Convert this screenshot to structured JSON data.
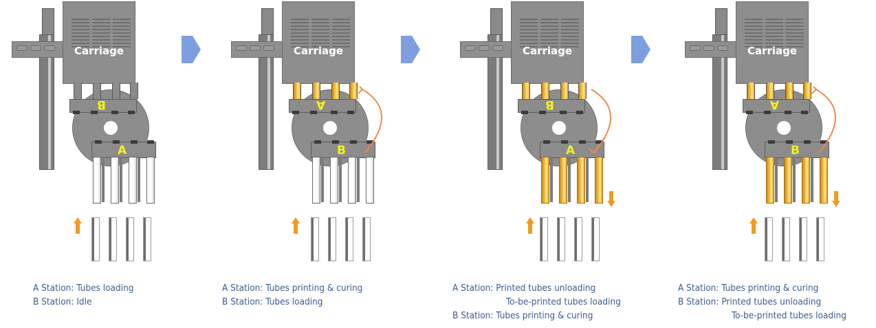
{
  "diagram": {
    "carriage_label": "Carriage",
    "colors": {
      "machine_gray": "#8e8e8e",
      "printed_tube_yellow": "#f5c44a",
      "station_label_yellow": "#f2f21a",
      "motion_arrow_orange": "#f39a1e",
      "rotation_arrow_orange": "#f08a4b",
      "step_chevron_blue": "#7d9fdd",
      "caption_blue": "#3c5a8e"
    },
    "panels": [
      {
        "upper_station": "B",
        "upper_flipped": true,
        "lower_station": "A",
        "rotation": "none",
        "upper_tubes": "blank",
        "lower_tubes": "blank",
        "unload_arrow": false,
        "caption": [
          {
            "station": "A Station:",
            "text": "Tubes loading"
          },
          {
            "station": "B Station:",
            "text": "Idle"
          }
        ]
      },
      {
        "upper_station": "A",
        "upper_flipped": true,
        "lower_station": "B",
        "rotation": "counterclockwise",
        "upper_tubes": "printed",
        "lower_tubes": "blank",
        "unload_arrow": false,
        "caption": [
          {
            "station": "A Station:",
            "text": "Tubes printing & curing"
          },
          {
            "station": "B Station:",
            "text": "Tubes loading"
          }
        ]
      },
      {
        "upper_station": "B",
        "upper_flipped": true,
        "lower_station": "A",
        "rotation": "clockwise",
        "upper_tubes": "printed",
        "lower_tubes": "printed",
        "unload_arrow": true,
        "caption": [
          {
            "station": "A Station:",
            "text": "Printed tubes unloading"
          },
          {
            "station": "",
            "text": "To-be-printed tubes loading"
          },
          {
            "station": "B Station:",
            "text": "Tubes printing & curing"
          }
        ]
      },
      {
        "upper_station": "A",
        "upper_flipped": true,
        "lower_station": "B",
        "rotation": "counterclockwise",
        "upper_tubes": "printed",
        "lower_tubes": "printed",
        "unload_arrow": true,
        "caption": [
          {
            "station": "A Station:",
            "text": "Tubes printing & curing"
          },
          {
            "station": "B Station:",
            "text": "Printed tubes unloading"
          },
          {
            "station": "",
            "text": "To-be-printed tubes loading"
          }
        ]
      }
    ],
    "step_arrows": [
      "step-1-to-2",
      "step-2-to-3",
      "step-3-to-4"
    ]
  }
}
